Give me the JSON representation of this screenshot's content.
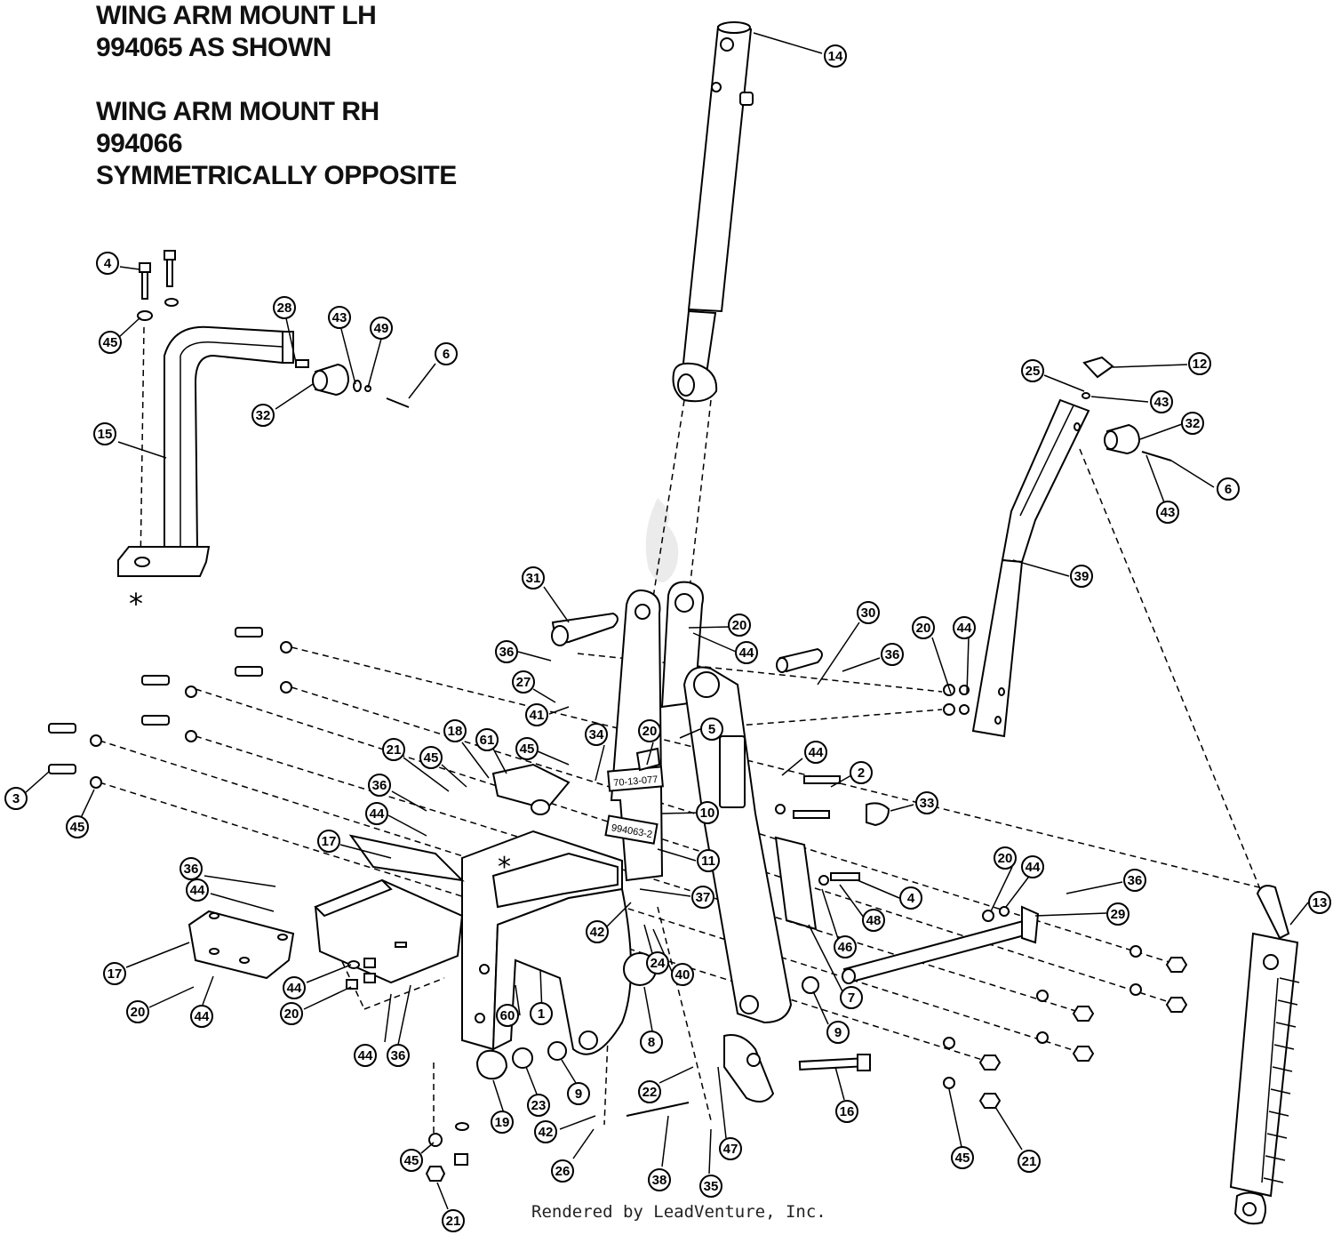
{
  "titles": {
    "lh_name": "WING ARM MOUNT LH",
    "lh_number": "994065 AS SHOWN",
    "rh_name": "WING ARM MOUNT RH",
    "rh_number": "994066",
    "rh_note": "SYMMETRICALLY OPPOSITE"
  },
  "part_labels": {
    "bracket_decal_1": "70-13-077",
    "bracket_decal_2": "994063-2"
  },
  "callouts": [
    {
      "id": "c14a",
      "num": "14"
    },
    {
      "id": "c4a",
      "num": "4"
    },
    {
      "id": "c45a",
      "num": "45"
    },
    {
      "id": "c28",
      "num": "28"
    },
    {
      "id": "c43a",
      "num": "43"
    },
    {
      "id": "c49",
      "num": "49"
    },
    {
      "id": "c6a",
      "num": "6"
    },
    {
      "id": "c32a",
      "num": "32"
    },
    {
      "id": "c15",
      "num": "15"
    },
    {
      "id": "c12",
      "num": "12"
    },
    {
      "id": "c25",
      "num": "25"
    },
    {
      "id": "c43b",
      "num": "43"
    },
    {
      "id": "c32b",
      "num": "32"
    },
    {
      "id": "c6b",
      "num": "6"
    },
    {
      "id": "c43c",
      "num": "43"
    },
    {
      "id": "c39",
      "num": "39"
    },
    {
      "id": "c31",
      "num": "31"
    },
    {
      "id": "c36a",
      "num": "36"
    },
    {
      "id": "c20a",
      "num": "20"
    },
    {
      "id": "c44a",
      "num": "44"
    },
    {
      "id": "c30",
      "num": "30"
    },
    {
      "id": "c36b",
      "num": "36"
    },
    {
      "id": "c20b",
      "num": "20"
    },
    {
      "id": "c44b",
      "num": "44"
    },
    {
      "id": "c27",
      "num": "27"
    },
    {
      "id": "c41",
      "num": "41"
    },
    {
      "id": "c34",
      "num": "34"
    },
    {
      "id": "c20c",
      "num": "20"
    },
    {
      "id": "c5",
      "num": "5"
    },
    {
      "id": "c18",
      "num": "18"
    },
    {
      "id": "c61",
      "num": "61"
    },
    {
      "id": "c45b",
      "num": "45"
    },
    {
      "id": "c21a",
      "num": "21"
    },
    {
      "id": "c45c",
      "num": "45"
    },
    {
      "id": "c44c",
      "num": "44"
    },
    {
      "id": "c2",
      "num": "2"
    },
    {
      "id": "c33",
      "num": "33"
    },
    {
      "id": "c10",
      "num": "10"
    },
    {
      "id": "c11",
      "num": "11"
    },
    {
      "id": "c3",
      "num": "3"
    },
    {
      "id": "c45d",
      "num": "45"
    },
    {
      "id": "c36c",
      "num": "36"
    },
    {
      "id": "c44d",
      "num": "44"
    },
    {
      "id": "c17a",
      "num": "17"
    },
    {
      "id": "c36d",
      "num": "36"
    },
    {
      "id": "c44e",
      "num": "44"
    },
    {
      "id": "c17b",
      "num": "17"
    },
    {
      "id": "c20d",
      "num": "20"
    },
    {
      "id": "c44f",
      "num": "44"
    },
    {
      "id": "c44g",
      "num": "44"
    },
    {
      "id": "c20e",
      "num": "20"
    },
    {
      "id": "c44h",
      "num": "44"
    },
    {
      "id": "c36e",
      "num": "36"
    },
    {
      "id": "c37",
      "num": "37"
    },
    {
      "id": "c42a",
      "num": "42"
    },
    {
      "id": "c24",
      "num": "24"
    },
    {
      "id": "c40",
      "num": "40"
    },
    {
      "id": "c60",
      "num": "60"
    },
    {
      "id": "c1",
      "num": "1"
    },
    {
      "id": "c8",
      "num": "8"
    },
    {
      "id": "c4b",
      "num": "4"
    },
    {
      "id": "c48",
      "num": "48"
    },
    {
      "id": "c46",
      "num": "46"
    },
    {
      "id": "c7",
      "num": "7"
    },
    {
      "id": "c9a",
      "num": "9"
    },
    {
      "id": "c20f",
      "num": "20"
    },
    {
      "id": "c44i",
      "num": "44"
    },
    {
      "id": "c36f",
      "num": "36"
    },
    {
      "id": "c29",
      "num": "29"
    },
    {
      "id": "c13",
      "num": "13"
    },
    {
      "id": "c19",
      "num": "19"
    },
    {
      "id": "c23",
      "num": "23"
    },
    {
      "id": "c9b",
      "num": "9"
    },
    {
      "id": "c22",
      "num": "22"
    },
    {
      "id": "c42b",
      "num": "42"
    },
    {
      "id": "c26",
      "num": "26"
    },
    {
      "id": "c38",
      "num": "38"
    },
    {
      "id": "c35",
      "num": "35"
    },
    {
      "id": "c47",
      "num": "47"
    },
    {
      "id": "c16",
      "num": "16"
    },
    {
      "id": "c45e",
      "num": "45"
    },
    {
      "id": "c21b",
      "num": "21"
    },
    {
      "id": "c45f",
      "num": "45"
    },
    {
      "id": "c21c",
      "num": "21"
    }
  ],
  "footer": "Rendered by LeadVenture, Inc."
}
